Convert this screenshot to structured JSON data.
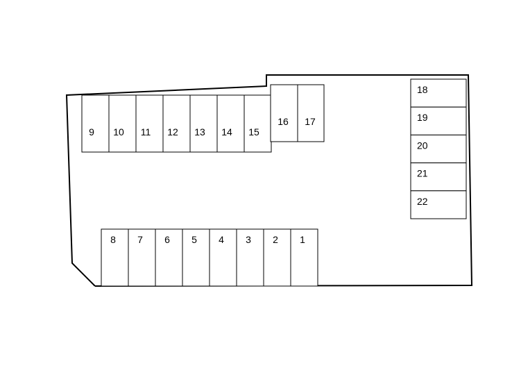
{
  "parking_lot": {
    "spaces": [
      {
        "label": "1"
      },
      {
        "label": "2"
      },
      {
        "label": "3"
      },
      {
        "label": "4"
      },
      {
        "label": "5"
      },
      {
        "label": "6"
      },
      {
        "label": "7"
      },
      {
        "label": "8"
      },
      {
        "label": "9"
      },
      {
        "label": "10"
      },
      {
        "label": "11"
      },
      {
        "label": "12"
      },
      {
        "label": "13"
      },
      {
        "label": "14"
      },
      {
        "label": "15"
      },
      {
        "label": "16"
      },
      {
        "label": "17"
      },
      {
        "label": "18"
      },
      {
        "label": "19"
      },
      {
        "label": "20"
      },
      {
        "label": "21"
      },
      {
        "label": "22"
      }
    ]
  }
}
